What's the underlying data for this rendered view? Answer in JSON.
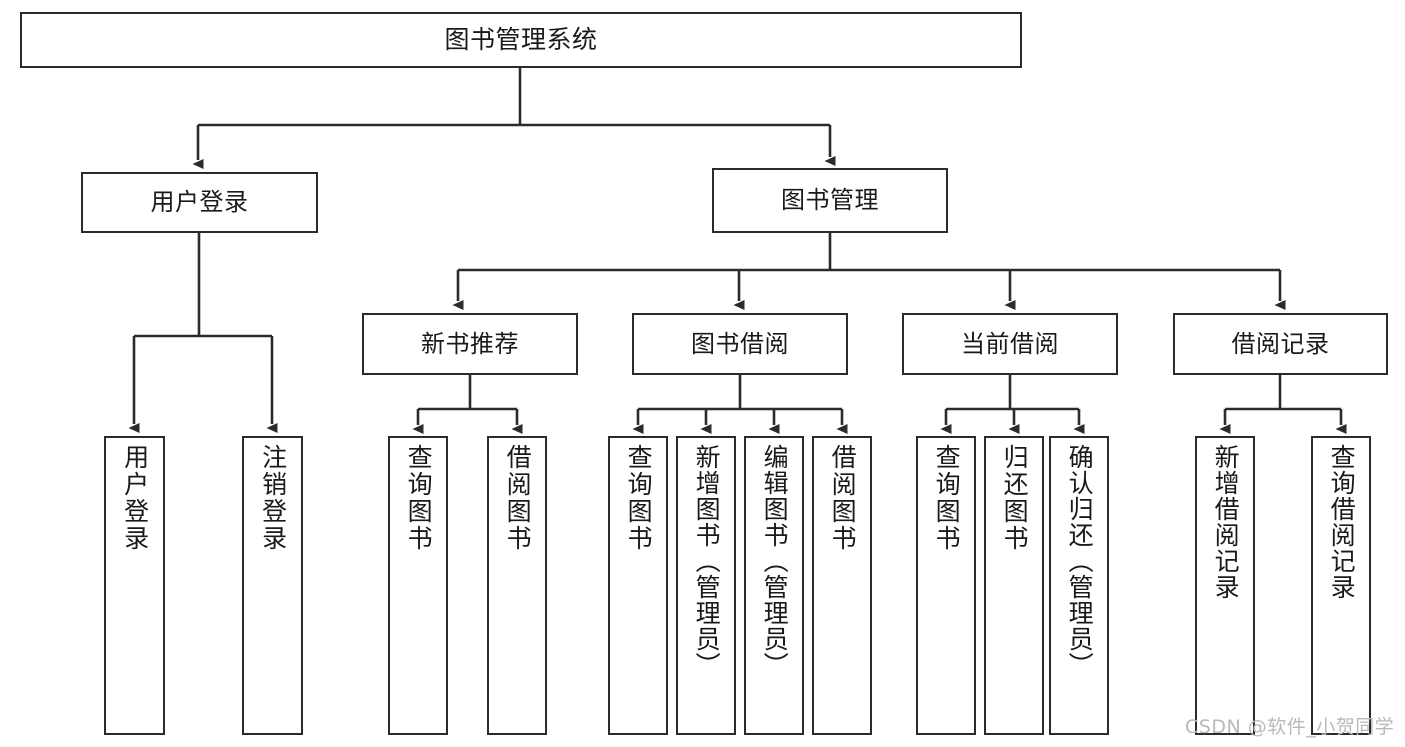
{
  "diagram": {
    "title": "图书管理系统",
    "stroke_color": "#2b2b2b",
    "background_color": "#ffffff",
    "watermark": "CSDN @软件_小贺同学",
    "root": {
      "id": "root",
      "label": "图书管理系统"
    },
    "level1": [
      {
        "id": "user-login",
        "label": "用户登录"
      },
      {
        "id": "book-manage",
        "label": "图书管理"
      }
    ],
    "level2": [
      {
        "id": "new-book-recommend",
        "label": "新书推荐",
        "parent": "book-manage"
      },
      {
        "id": "book-borrow",
        "label": "图书借阅",
        "parent": "book-manage"
      },
      {
        "id": "current-borrow",
        "label": "当前借阅",
        "parent": "book-manage"
      },
      {
        "id": "borrow-record",
        "label": "借阅记录",
        "parent": "book-manage"
      }
    ],
    "leaves": [
      {
        "id": "leaf-user-login",
        "label": "用户登录",
        "parent": "user-login"
      },
      {
        "id": "leaf-logout",
        "label": "注销登录",
        "parent": "user-login"
      },
      {
        "id": "leaf-query-book-1",
        "label": "查询图书",
        "parent": "new-book-recommend"
      },
      {
        "id": "leaf-borrow-book-1",
        "label": "借阅图书",
        "parent": "new-book-recommend"
      },
      {
        "id": "leaf-query-book-2",
        "label": "查询图书",
        "parent": "book-borrow"
      },
      {
        "id": "leaf-add-book",
        "label": "新增图书（管理员）",
        "parent": "book-borrow"
      },
      {
        "id": "leaf-edit-book",
        "label": "编辑图书（管理员）",
        "parent": "book-borrow"
      },
      {
        "id": "leaf-borrow-book-2",
        "label": "借阅图书",
        "parent": "book-borrow"
      },
      {
        "id": "leaf-query-book-3",
        "label": "查询图书",
        "parent": "current-borrow"
      },
      {
        "id": "leaf-return-book",
        "label": "归还图书",
        "parent": "current-borrow"
      },
      {
        "id": "leaf-confirm-return",
        "label": "确认归还（管理员）",
        "parent": "current-borrow"
      },
      {
        "id": "leaf-add-record",
        "label": "新增借阅记录",
        "parent": "borrow-record"
      },
      {
        "id": "leaf-query-record",
        "label": "查询借阅记录",
        "parent": "borrow-record"
      }
    ]
  }
}
